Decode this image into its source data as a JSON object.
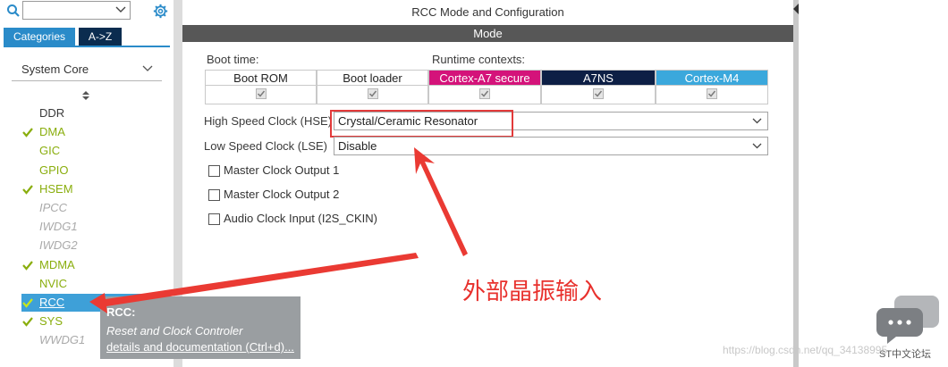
{
  "search": {
    "value": "",
    "placeholder": ""
  },
  "tabs": [
    {
      "label": "Categories"
    },
    {
      "label": "A->Z"
    }
  ],
  "category_select": {
    "value": "System Core"
  },
  "peripherals": [
    {
      "label": "DDR",
      "state": "normal"
    },
    {
      "label": "DMA",
      "state": "checked"
    },
    {
      "label": "GIC",
      "state": "available"
    },
    {
      "label": "GPIO",
      "state": "available"
    },
    {
      "label": "HSEM",
      "state": "checked"
    },
    {
      "label": "IPCC",
      "state": "unavailable"
    },
    {
      "label": "IWDG1",
      "state": "unavailable"
    },
    {
      "label": "IWDG2",
      "state": "unavailable"
    },
    {
      "label": "MDMA",
      "state": "checked"
    },
    {
      "label": "NVIC",
      "state": "available"
    },
    {
      "label": "RCC",
      "state": "selected"
    },
    {
      "label": "SYS",
      "state": "checked"
    },
    {
      "label": "WWDG1",
      "state": "unavailable"
    }
  ],
  "tooltip": {
    "title": "RCC:",
    "description": "Reset and Clock Controler",
    "link": "details and documentation (Ctrl+d)..."
  },
  "main": {
    "title": "RCC Mode and Configuration",
    "mode_label": "Mode",
    "boot_time_label": "Boot time:",
    "runtime_label": "Runtime contexts:",
    "contexts": [
      {
        "label": "Boot ROM",
        "color": "#ffffff",
        "text_color": "#222222"
      },
      {
        "label": "Boot loader",
        "color": "#ffffff",
        "text_color": "#222222"
      },
      {
        "label": "Cortex-A7 secure",
        "color": "#d4137a",
        "text_color": "#ffffff"
      },
      {
        "label": "A7NS",
        "color": "#0d1f45",
        "text_color": "#ffffff"
      },
      {
        "label": "Cortex-M4",
        "color": "#3ba8dc",
        "text_color": "#ffffff"
      }
    ],
    "hse": {
      "label": "High Speed Clock (HSE)",
      "value": "Crystal/Ceramic Resonator"
    },
    "lse": {
      "label": "Low Speed Clock (LSE)",
      "value": "Disable"
    },
    "checkboxes": [
      {
        "label": "Master Clock Output 1",
        "checked": false
      },
      {
        "label": "Master Clock Output 2",
        "checked": false
      },
      {
        "label": "Audio Clock Input (I2S_CKIN)",
        "checked": false
      }
    ]
  },
  "annotation": {
    "text": "外部晶振输入",
    "color": "#e8312d"
  },
  "watermark": "https://blog.csdn.net/qq_34138995",
  "chat_badge": "ST中文论坛"
}
